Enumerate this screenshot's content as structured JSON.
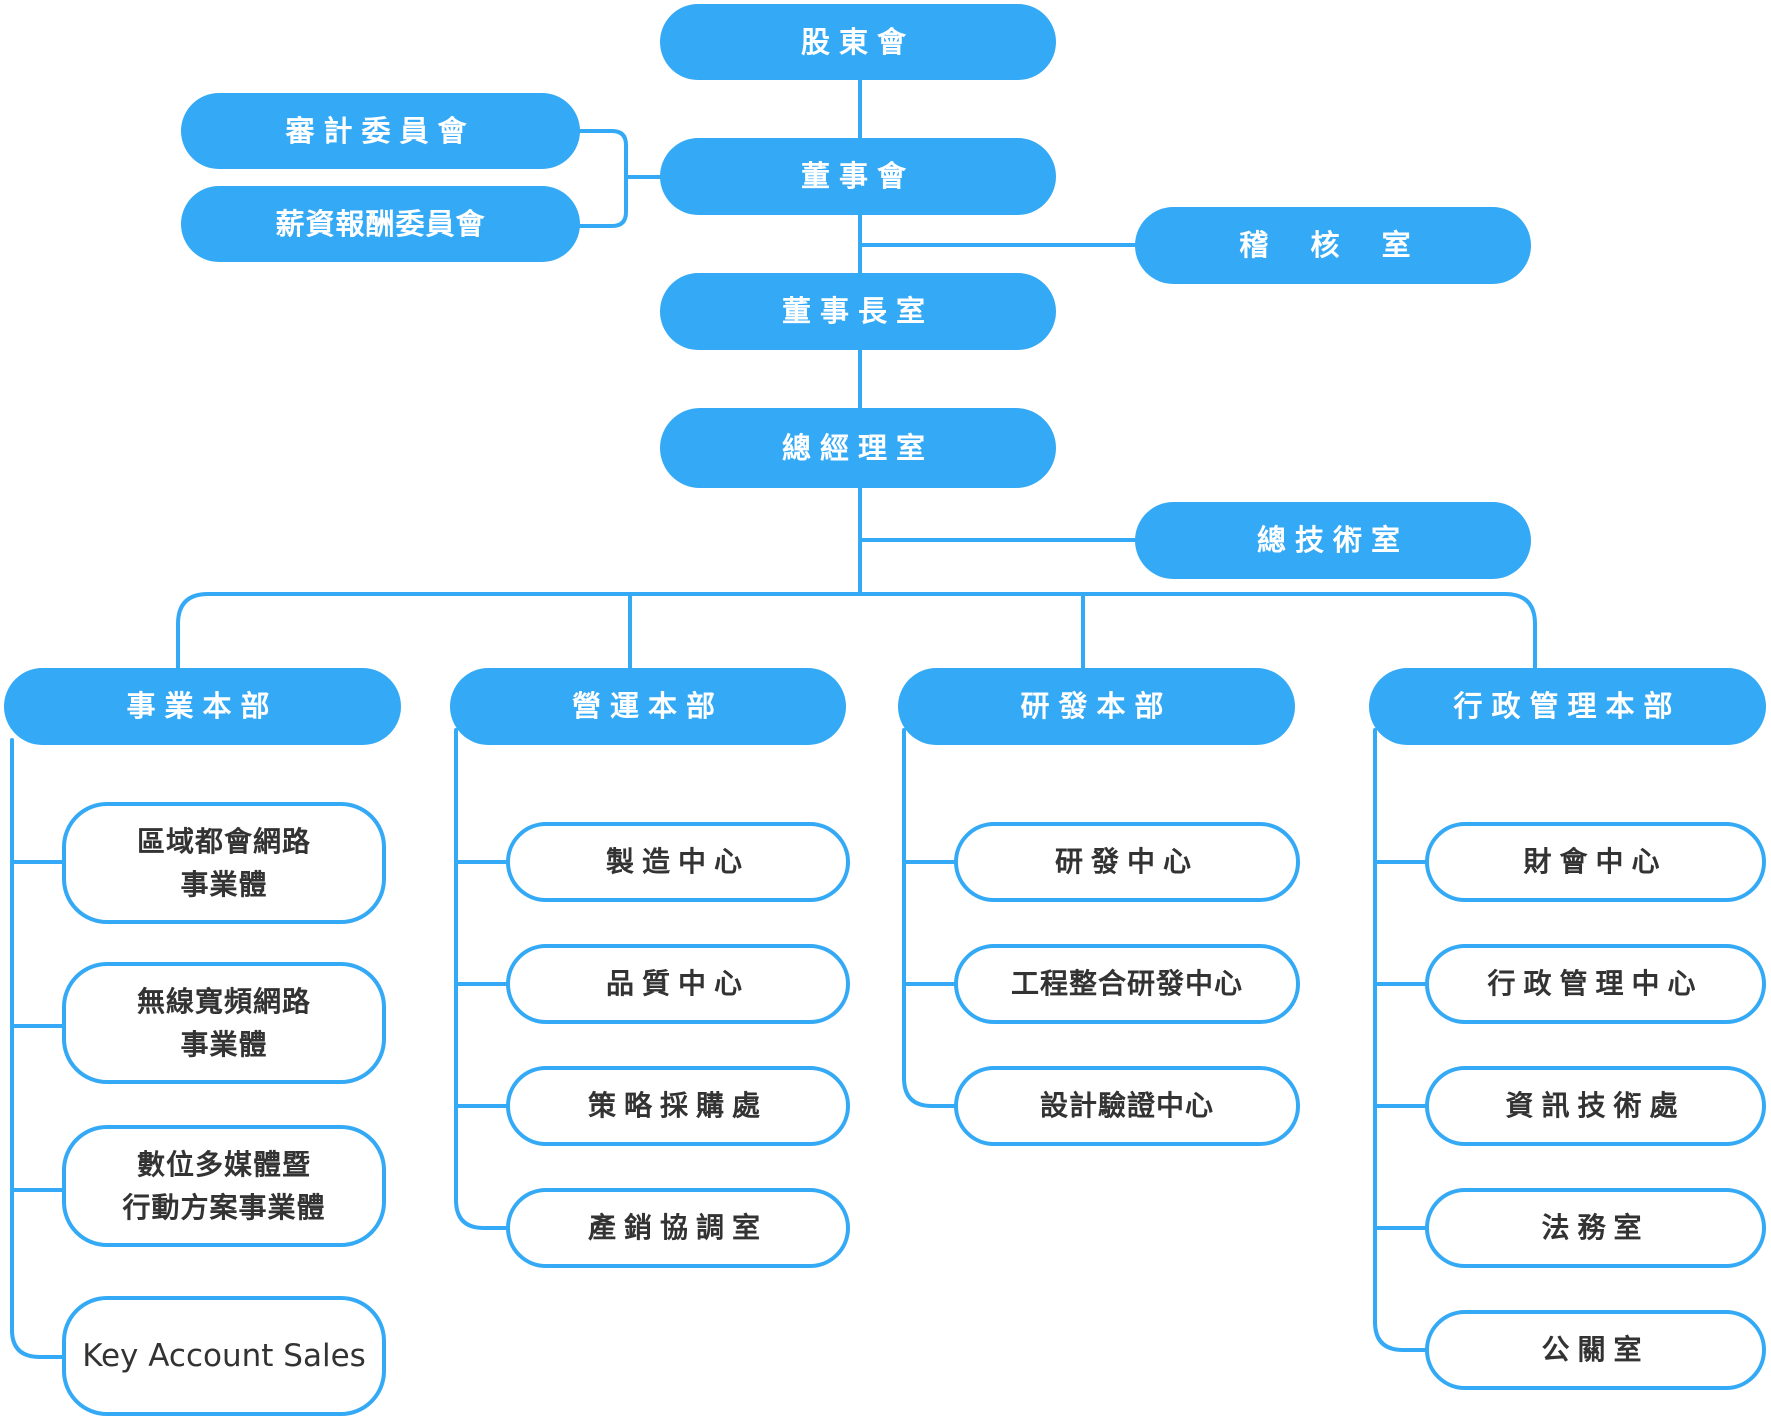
{
  "top": {
    "shareholders": "股東會",
    "audit_committee": "審計委員會",
    "remuneration_committee": "薪資報酬委員會",
    "board": "董事會",
    "audit_office": "稽 核 室",
    "chairman_office": "董事長室",
    "president_office": "總經理室",
    "chief_tech_office": "總技術室"
  },
  "divisions": [
    {
      "name": "事業本部",
      "units": [
        "區域都會網路\n事業體",
        "無線寬頻網路\n事業體",
        "數位多媒體暨\n行動方案事業體",
        "Key Account Sales"
      ]
    },
    {
      "name": "營運本部",
      "units": [
        "製造中心",
        "品質中心",
        "策略採購處",
        "產銷協調室"
      ]
    },
    {
      "name": "研發本部",
      "units": [
        "研發中心",
        "工程整合研發中心",
        "設計驗證中心"
      ]
    },
    {
      "name": "行政管理本部",
      "units": [
        "財會中心",
        "行政管理中心",
        "資訊技術處",
        "法務室",
        "公關室"
      ]
    }
  ],
  "colors": {
    "accent": "#34a9f5",
    "text_dark": "#333333",
    "background": "#ffffff"
  }
}
